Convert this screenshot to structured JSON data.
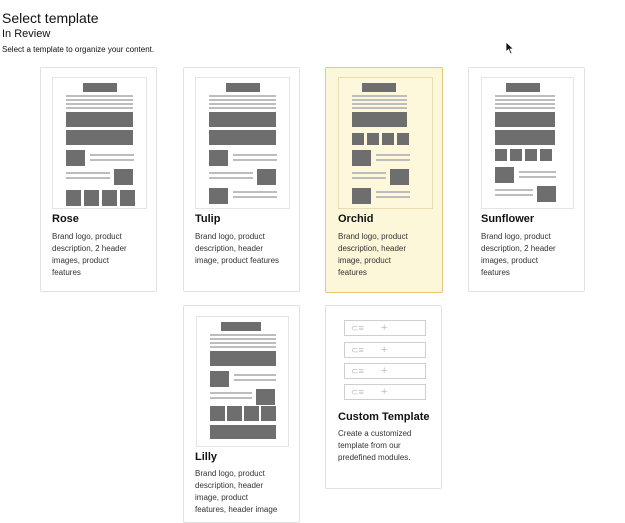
{
  "header": {
    "title": "Select template",
    "status": "In Review",
    "instruction": "Select a template to organize your content."
  },
  "templates": [
    {
      "name": "Rose",
      "description": [
        "Brand logo, product",
        "description, 2 header",
        "images, product",
        "features"
      ],
      "selected": false
    },
    {
      "name": "Tulip",
      "description": [
        "Brand logo, product",
        "description, header",
        "image, product features"
      ],
      "selected": false
    },
    {
      "name": "Orchid",
      "description": [
        "Brand logo, product",
        "description, header",
        "image, product",
        "features"
      ],
      "selected": true
    },
    {
      "name": "Sunflower",
      "description": [
        "Brand logo, product",
        "description, 2 header",
        "images, product",
        "features"
      ],
      "selected": false
    },
    {
      "name": "Lilly",
      "description": [
        "Brand logo, product",
        "description, header",
        "image, product",
        "features, header image"
      ],
      "selected": false
    }
  ],
  "custom": {
    "name": "Custom Template",
    "description": [
      "Create a customized",
      "template from our",
      "predefined modules."
    ],
    "module_glyph": "⊂≡",
    "plus_glyph": "+"
  },
  "colors": {
    "selected_border": "#e7c879",
    "selected_background": "#fdf7d9",
    "block": "#6e6e6e",
    "line": "#bdbdbd"
  }
}
